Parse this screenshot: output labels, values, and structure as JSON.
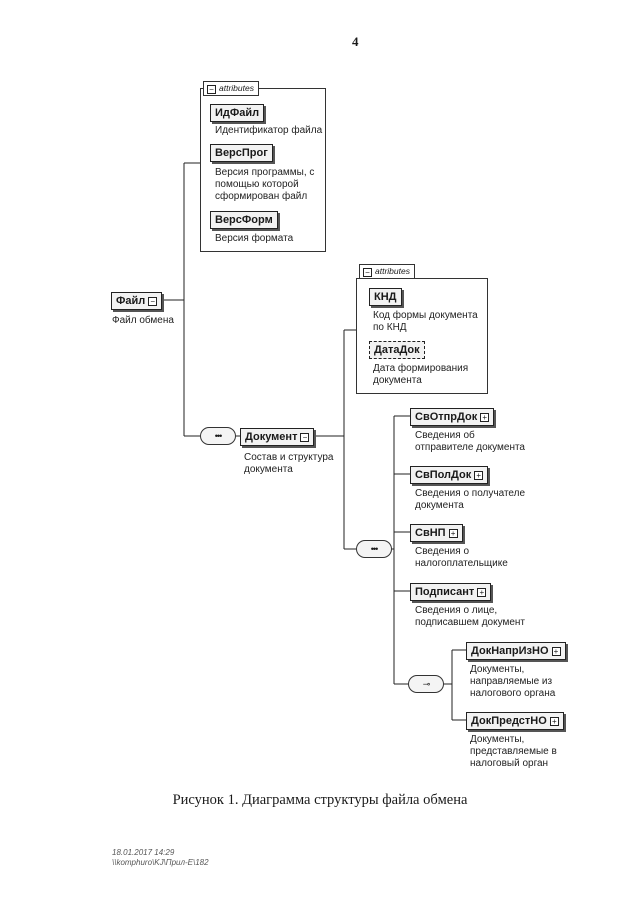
{
  "page_number": "4",
  "attribute_groups": {
    "file_attrs": {
      "header": "attributes",
      "items": [
        {
          "name": "ИдФайл",
          "desc": [
            "Идентификатор файла"
          ]
        },
        {
          "name": "ВерсПрог",
          "desc": [
            "Версия программы, с",
            "помощью которой",
            "сформирован файл"
          ]
        },
        {
          "name": "ВерсФорм",
          "desc": [
            "Версия формата"
          ]
        }
      ]
    },
    "doc_attrs": {
      "header": "attributes",
      "items": [
        {
          "name": "КНД",
          "desc": [
            "Код формы документа",
            "по КНД"
          ]
        },
        {
          "name": "ДатаДок",
          "desc": [
            "Дата формирования",
            "документа"
          ]
        }
      ]
    }
  },
  "nodes": {
    "file": {
      "name": "Файл",
      "desc": [
        "Файл обмена"
      ]
    },
    "document": {
      "name": "Документ",
      "desc": [
        "Состав и структура",
        "документа"
      ]
    },
    "sender": {
      "name": "СвОтпрДок",
      "desc": [
        "Сведения об",
        "отправителе документа"
      ]
    },
    "recipient": {
      "name": "СвПолДок",
      "desc": [
        "Сведения о получателе",
        "документа"
      ]
    },
    "taxpayer": {
      "name": "СвНП",
      "desc": [
        "Сведения о",
        "налогоплательщике"
      ]
    },
    "signer": {
      "name": "Подписант",
      "desc": [
        "Сведения о лице,",
        "подписавшем документ"
      ]
    },
    "from_tax": {
      "name": "ДокНапрИзНО",
      "desc": [
        "Документы,",
        "направляемые из",
        "налогового органа"
      ]
    },
    "to_tax": {
      "name": "ДокПредстНО",
      "desc": [
        "Документы,",
        "представляемые в",
        "налоговый орган"
      ]
    }
  },
  "connectors": {
    "sequence_symbol": "•••",
    "choice_symbol": "⊸"
  },
  "caption": "Рисунок 1. Диаграмма структуры файла обмена",
  "footer": [
    "18.01.2017 14:29",
    "\\\\komphuro\\KJ\\Прил-Е\\182"
  ]
}
